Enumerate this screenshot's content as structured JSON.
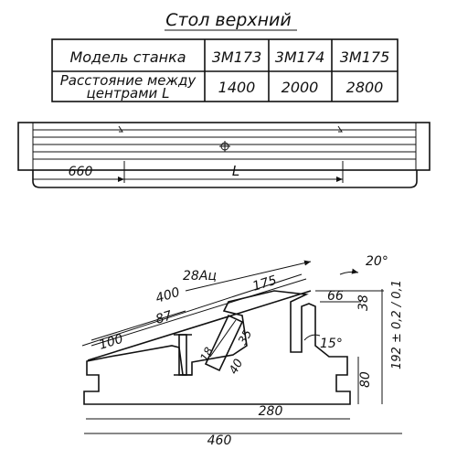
{
  "title": "Стол верхний",
  "table": {
    "header_label": "Модель станка",
    "models": [
      "3М173",
      "3М174",
      "3М175"
    ],
    "row_label_line1": "Расстояние между",
    "row_label_line2": "центрами  L",
    "values": [
      "1400",
      "2000",
      "2800"
    ]
  },
  "top_view": {
    "dim_left": "660",
    "dim_length": "L"
  },
  "section": {
    "angle_top": "20°",
    "label_28a": "28Ац",
    "dim_175": "175",
    "dim_400": "400",
    "dim_87": "87",
    "dim_100": "100",
    "dim_66": "66",
    "dim_38": "38",
    "dim_15deg": "15°",
    "dim_18": "18",
    "dim_35": "35",
    "dim_40": "40",
    "dim_192": "192 ± 0,2 / 0,1",
    "dim_80": "80",
    "dim_280": "280",
    "dim_460": "460"
  }
}
